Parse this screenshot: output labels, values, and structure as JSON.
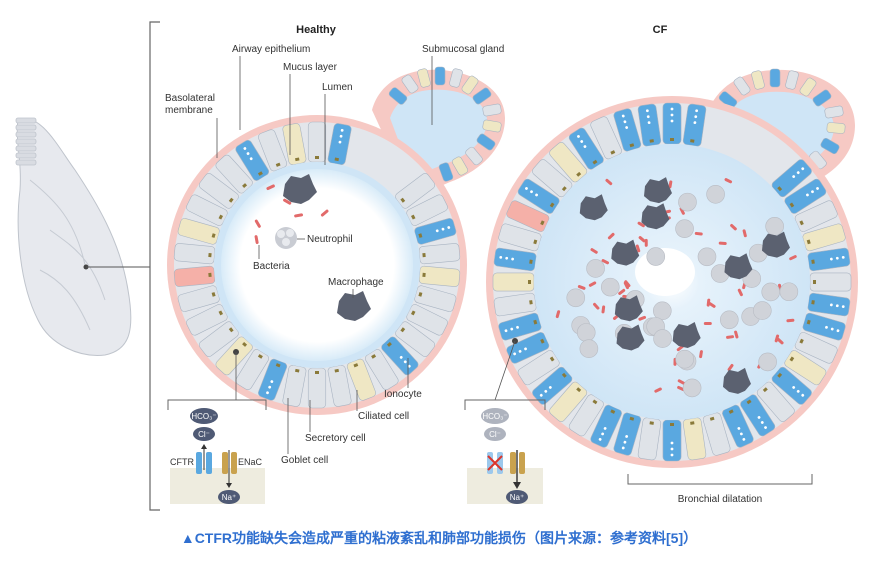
{
  "panels": {
    "healthy": {
      "title": "Healthy",
      "labels": {
        "airway_epithelium": "Airway epithelium",
        "mucus_layer": "Mucus layer",
        "lumen": "Lumen",
        "submucosal_gland": "Submucosal gland",
        "basolateral_membrane_line1": "Basolateral",
        "basolateral_membrane_line2": "membrane",
        "neutrophil": "Neutrophil",
        "bacteria": "Bacteria",
        "macrophage": "Macrophage",
        "ionocyte": "Ionocyte",
        "ciliated_cell": "Ciliated cell",
        "secretory_cell": "Secretory cell",
        "goblet_cell": "Goblet cell"
      },
      "inset": {
        "hco3": "HCO₃⁻",
        "cl": "Cl⁻",
        "cftr": "CFTR",
        "enac": "ENaC",
        "na": "Na⁺"
      }
    },
    "cf": {
      "title": "CF",
      "bronchial_dilatation": "Bronchial dilatation",
      "inset": {
        "hco3": "HCO₃⁻",
        "cl": "Cl⁻",
        "na": "Na⁺"
      }
    }
  },
  "caption": "▲CTFR功能缺失会造成严重的粘液紊乱和肺部功能损伤（图片来源：参考资料[5]）",
  "colors": {
    "goblet": "#5aa8e0",
    "ciliated": "#dfe3e8",
    "secretory": "#efe7c4",
    "ionocyte": "#f5b0a8",
    "basal_membrane": "#f6c9c4",
    "mucus": "#d9ecf8",
    "caption": "#2f6fd0"
  }
}
